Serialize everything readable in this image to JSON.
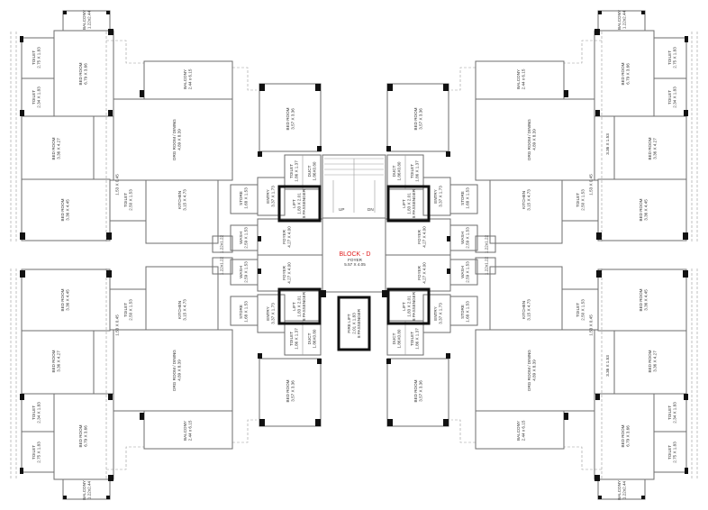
{
  "block": {
    "title": "BLOCK - D",
    "foyer_label": "FOYER",
    "foyer_size": "5.57 X 4.05"
  },
  "labels": {
    "balcony_top": "BALCONY",
    "balcony_top_size": "1.22x2.44",
    "balcony": "BALCONY",
    "balcony_size": "2.44 x 6.15",
    "toilet": "TOILET",
    "toilet_a": "2.75 X 1.83",
    "toilet_b": "2.34 X 1.83",
    "toilet_c": "2.50 X 1.53",
    "bedroom": "BED ROOM",
    "bed_a": "6.79 X 3.66",
    "bed_b": "3.36 X 4.27",
    "bed_c": "3.36 X 4.45",
    "bed_d": "3.57 X 3.36",
    "drg": "DRG ROOM / DINING",
    "drg_size": "4.89 X 8.39",
    "kitchen": "KITCHEN",
    "kitchen_size": "3.15 X 4.73",
    "store": "STORE",
    "store_size": "1.68 X 1.53",
    "wash": "WASH",
    "wash_size": "2.59 X 1.53",
    "small": "1.22x1.22",
    "foyer": "FOYER",
    "foyer_size": "4.27 X 4.00",
    "entry": "ENTRY",
    "entry_size": "3.37 X 1.73",
    "lift": "LIFT",
    "lift_size": "1.83 X 2.01",
    "lift_pass": "8 PASSENGER",
    "fire_lift": "FIRE LIFT",
    "fire_lift_size": "2.01 X 1.83",
    "fire_lift_pass": "8 PASSENGER",
    "duct": "DUCT",
    "duct_size": "1.86X0.80",
    "toilet_small_size": "1.86 X 1.37",
    "up": "UP",
    "dn": "DN",
    "side_dim": "1.53 X 0.45",
    "side_dim_b": "3.36 X 1.53"
  }
}
